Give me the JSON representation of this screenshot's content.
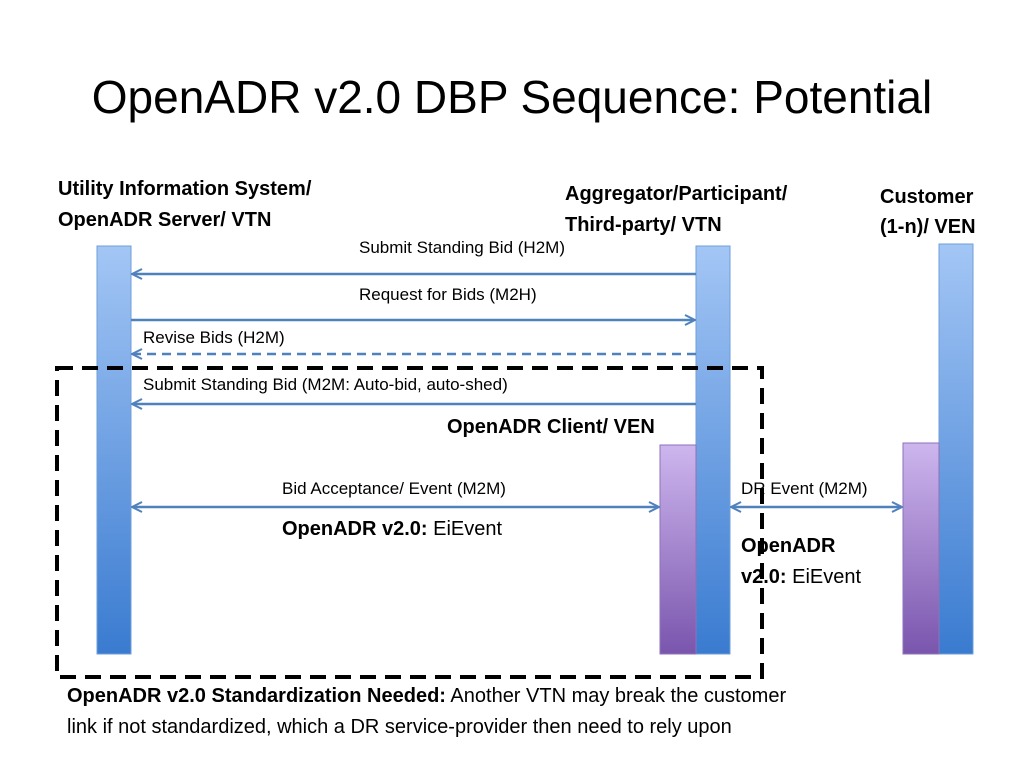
{
  "title": "OpenADR v2.0 DBP Sequence: Potential",
  "actors": {
    "utility": {
      "line1": "Utility Information System/",
      "line2": "OpenADR Server/ VTN"
    },
    "aggregator": {
      "line1": "Aggregator/Participant/",
      "line2": "Third-party/ VTN"
    },
    "customer": {
      "line1": "Customer",
      "line2": "(1-n)/ VEN"
    }
  },
  "region_label": "OpenADR Client/ VEN",
  "messages": [
    {
      "label": "Submit Standing Bid (H2M)"
    },
    {
      "label": "Request for Bids (M2H)"
    },
    {
      "label": "Revise Bids (H2M)"
    },
    {
      "label": "Submit Standing Bid (M2M: Auto-bid, auto-shed)"
    },
    {
      "label": "Bid Acceptance/ Event (M2M)"
    },
    {
      "label": "DR Event (M2M)"
    }
  ],
  "annotations": {
    "bid_event": {
      "bold": "OpenADR v2.0:",
      "regular": " EiEvent"
    },
    "dr_event": {
      "bold_line1": "OpenADR",
      "bold_line2": "v2.0:",
      "regular": " EiEvent"
    }
  },
  "footer": {
    "bold": "OpenADR v2.0 Standardization Needed:",
    "regular_line1": " Another VTN may break the customer",
    "regular_line2": "link if not standardized, which a DR service-provider then need to rely upon"
  },
  "colors": {
    "arrow": "#4f81bd",
    "lifeline_top": "#a3c6f5",
    "lifeline_bottom": "#3a7bd0",
    "client_top": "#cdb6ee",
    "client_bottom": "#7a55ad",
    "region_border": "#000000"
  }
}
